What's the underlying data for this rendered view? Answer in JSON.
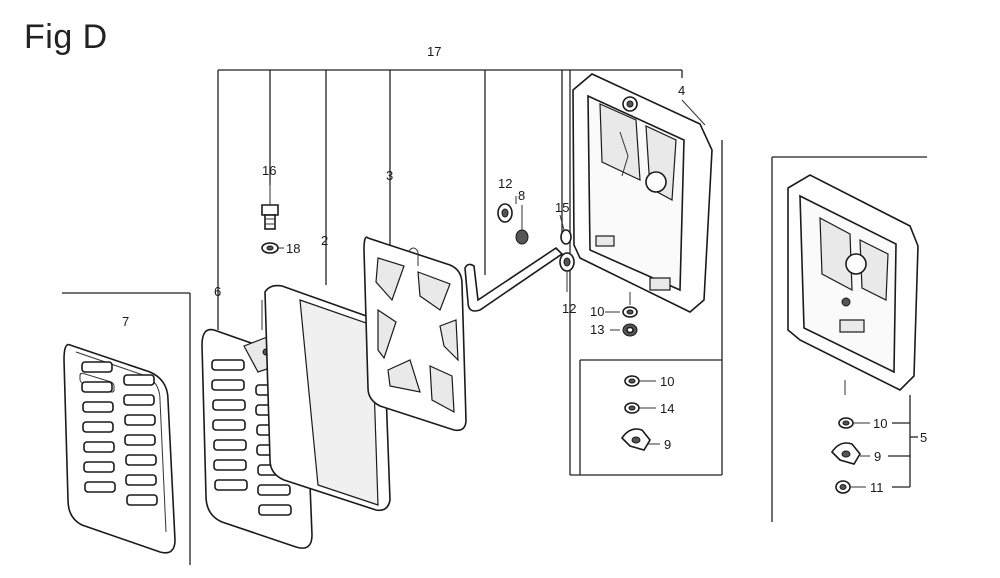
{
  "figure": {
    "title": "Fig D"
  },
  "callouts": {
    "c17": "17",
    "c4": "4",
    "c16": "16",
    "c18": "18",
    "c2": "2",
    "c3": "3",
    "c12a": "12",
    "c8": "8",
    "c15": "15",
    "c12b": "12",
    "c6": "6",
    "c7": "7",
    "c10a": "10",
    "c13": "13",
    "c10b": "10",
    "c14": "14",
    "c9a": "9",
    "c10c": "10",
    "c9b": "9",
    "c11": "11",
    "c5": "5"
  }
}
